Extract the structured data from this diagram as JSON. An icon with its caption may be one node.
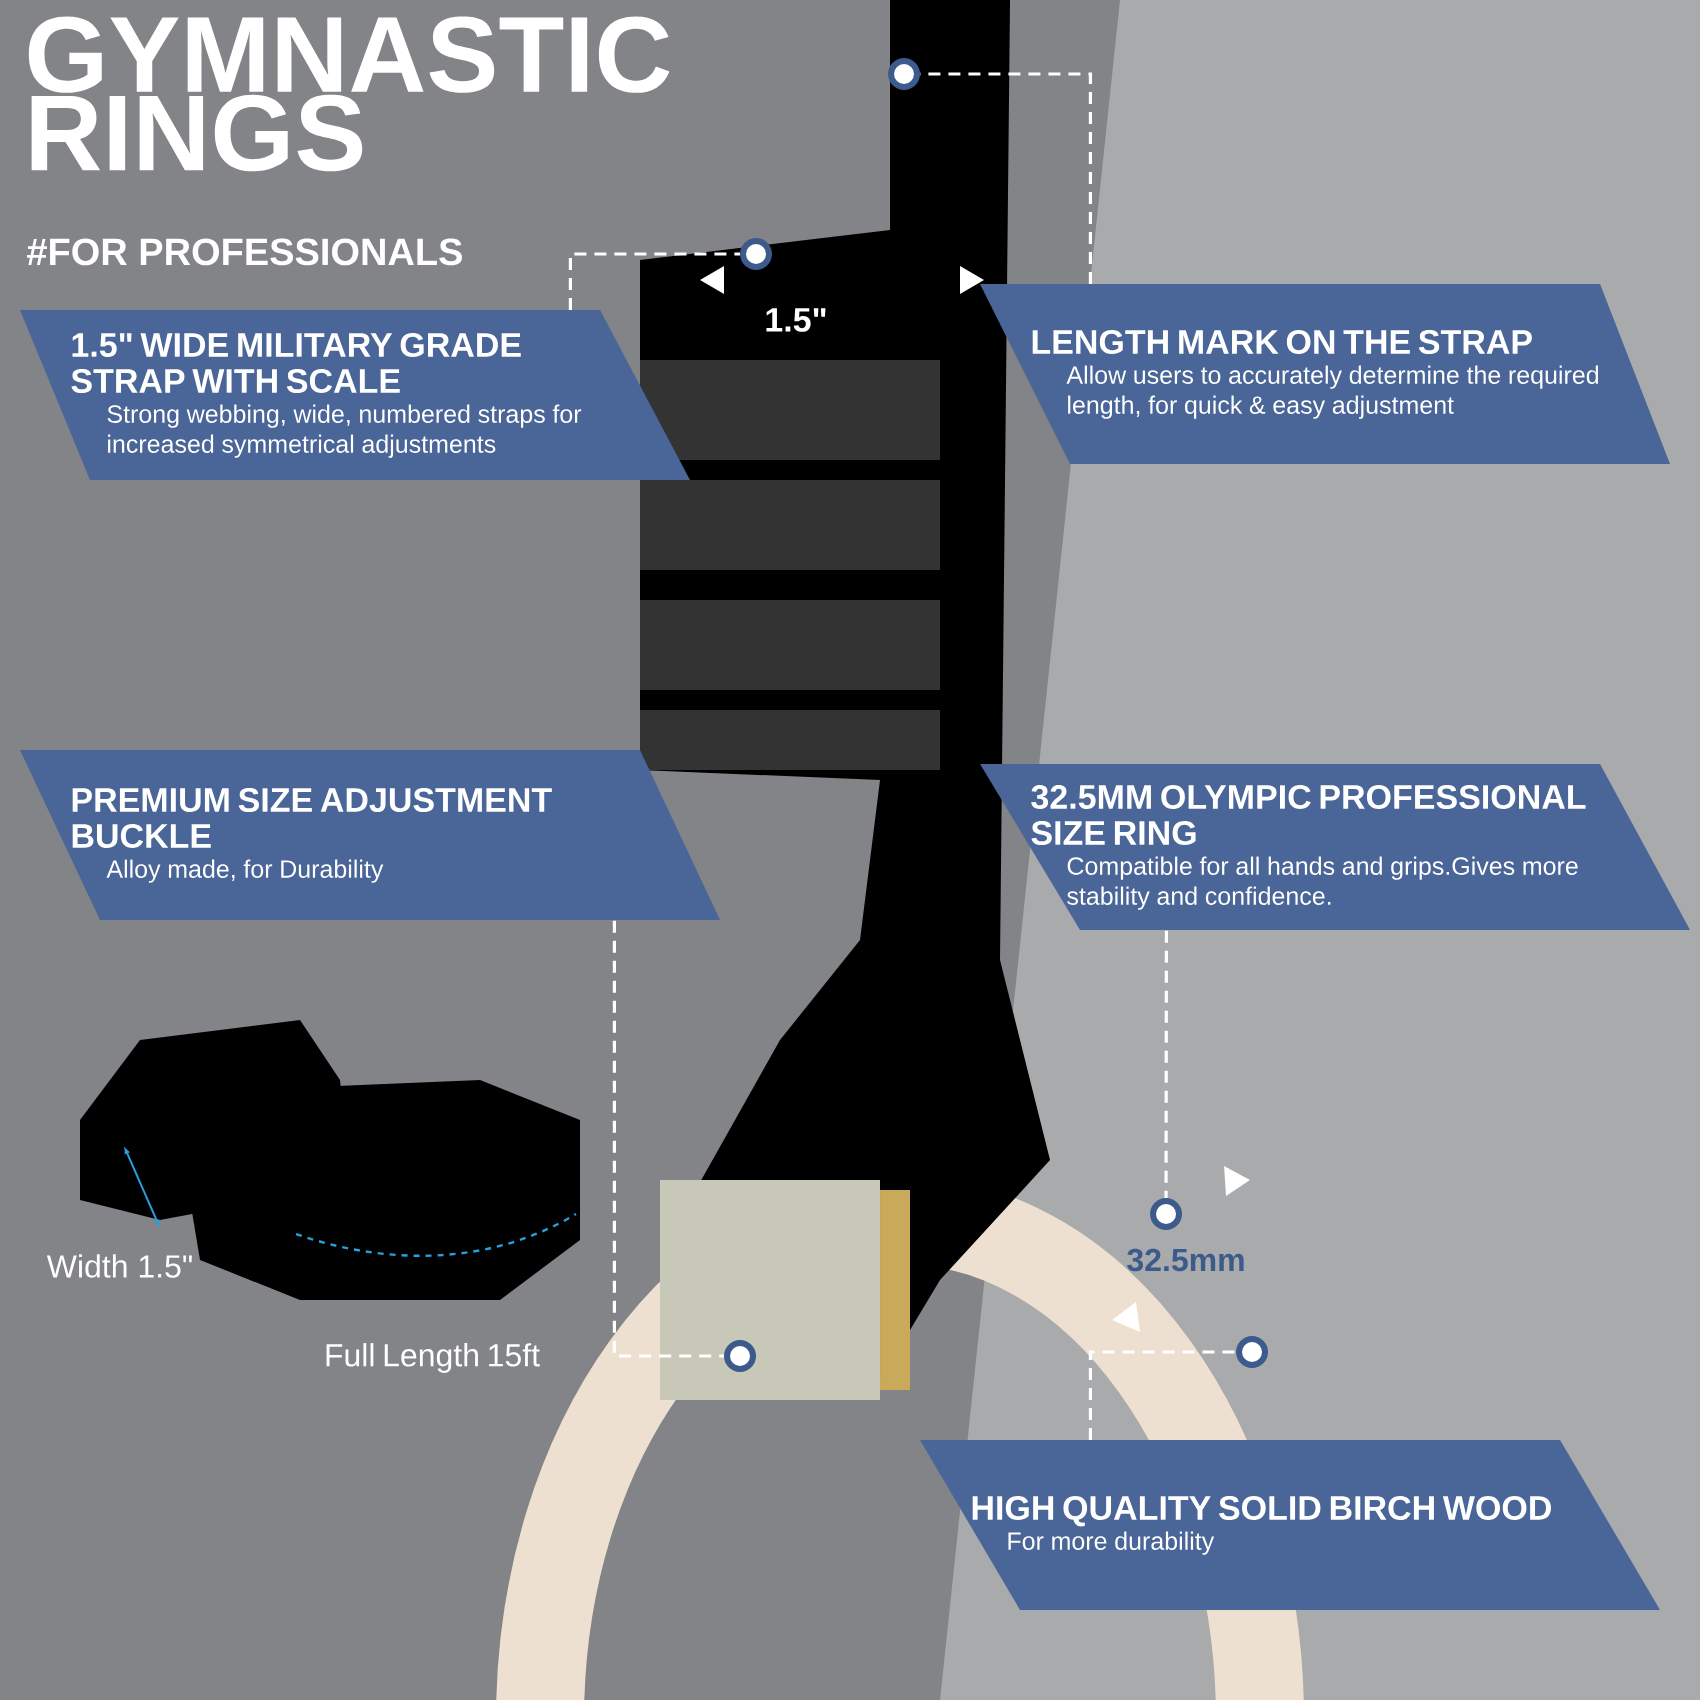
{
  "diagram": {
    "title": "GYMNASTIC RINGS",
    "nodes": [
      {
        "text": [
          "1.5\" WIDE MILITARY GRADE STRAP WITH SCALE",
          "Strong webbing, wide, numbered straps for increased symmetrical adjustments"
        ]
      },
      {
        "text": [
          "LENGTH MARK ON THE STRAP",
          "Allow users to accurately determine the required length, for quick & easy adjustment"
        ]
      },
      {
        "text": [
          "PREMIUM SIZE ADJUSTMENT BUCKLE",
          "Alloy made, for Durability"
        ]
      },
      {
        "text": [
          "32.5MM OLYMPIC PROFESSIONAL SIZE RING",
          "Compatible for all hands and grips.Gives more stability and confidence."
        ]
      },
      {
        "text": [
          "HIGH QUALITY SOLID BIRCH WOOD",
          "For more durability"
        ]
      },
      {
        "text": [],
        "shape": "circle"
      },
      {
        "text": [],
        "shape": "circle"
      },
      {
        "text": [],
        "shape": "circle"
      },
      {
        "text": [],
        "shape": "circle"
      },
      {
        "text": [],
        "shape": "circle"
      }
    ],
    "edges": [
      {
        "from": 0,
        "to": 5,
        "arrow": "none"
      },
      {
        "from": 1,
        "to": 6,
        "arrow": "none"
      },
      {
        "from": 2,
        "to": 7,
        "arrow": "none"
      },
      {
        "from": 3,
        "to": 8,
        "arrow": "none"
      },
      {
        "from": 4,
        "to": 9,
        "arrow": "none"
      }
    ],
    "labels": [
      "#FOR PROFESSIONALS",
      "1.5\"",
      "32.5mm",
      "Width 1.5\"",
      "Full Length 15ft"
    ]
  }
}
